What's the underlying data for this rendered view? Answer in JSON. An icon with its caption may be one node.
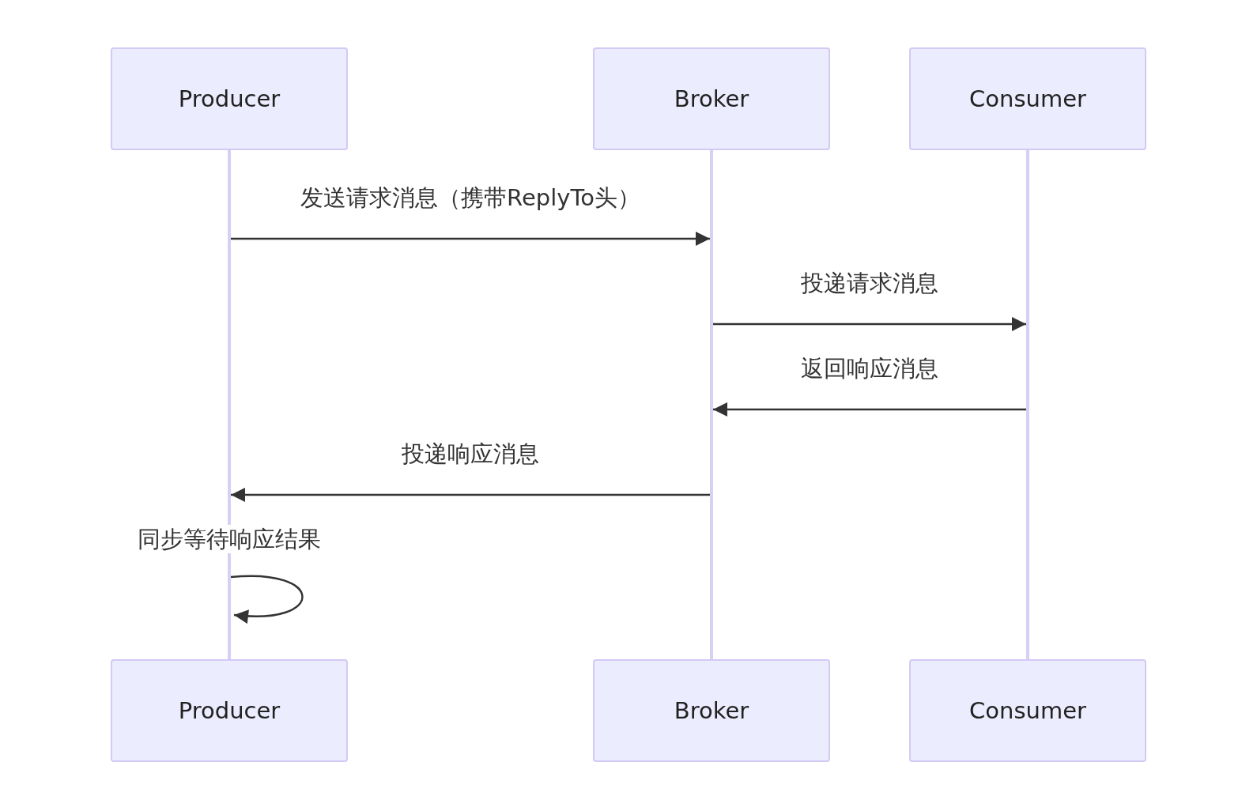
{
  "diagram": {
    "nodes": [
      {
        "text": [
          "Producer"
        ]
      },
      {
        "text": [
          "Broker"
        ]
      },
      {
        "text": [
          "Consumer"
        ]
      },
      {
        "text": [],
        "shape": "bar"
      },
      {
        "text": [],
        "shape": "bar"
      },
      {
        "text": [],
        "shape": "bar"
      },
      {
        "text": [
          "Producer"
        ]
      },
      {
        "text": [
          "Broker"
        ]
      },
      {
        "text": [
          "Consumer"
        ]
      }
    ],
    "edges": [
      {
        "from": 3,
        "to": 4,
        "arrow": "to",
        "label": "发送请求消息（携带ReplyTo头）"
      },
      {
        "from": 4,
        "to": 5,
        "arrow": "to",
        "label": "投递请求消息"
      },
      {
        "from": 5,
        "to": 4,
        "arrow": "to",
        "label": "返回响应消息"
      },
      {
        "from": 4,
        "to": 3,
        "arrow": "to",
        "label": "投递响应消息"
      },
      {
        "from": 3,
        "to": 3,
        "arrow": "to",
        "label": "同步等待响应结果"
      }
    ]
  }
}
